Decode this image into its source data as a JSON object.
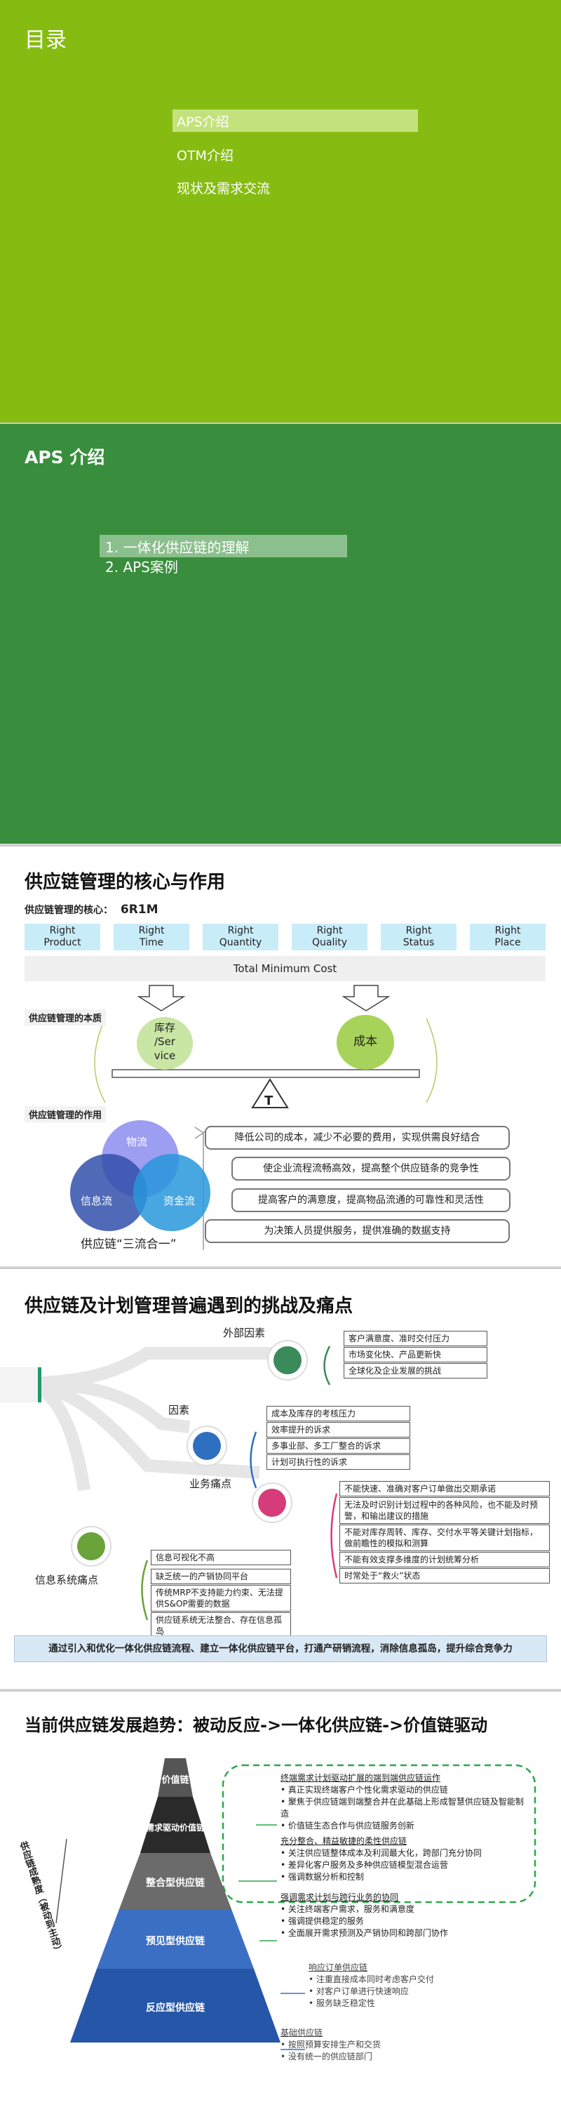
{
  "slide1": {
    "title": "目录",
    "items": [
      "APS介绍",
      "OTM介绍",
      "现状及需求交流"
    ]
  },
  "slide2": {
    "title": "APS 介绍",
    "items": [
      "1. 一体化供应链的理解",
      "2. APS案例"
    ]
  },
  "slide3": {
    "title": "供应链管理的核心与作用",
    "core_label": "供应链管理的核心：",
    "core_code": "6R1M",
    "rights": [
      {
        "l1": "Right",
        "l2": "Product"
      },
      {
        "l1": "Right",
        "l2": "Time"
      },
      {
        "l1": "Right",
        "l2": "Quantity"
      },
      {
        "l1": "Right",
        "l2": "Quality"
      },
      {
        "l1": "Right",
        "l2": "Status"
      },
      {
        "l1": "Right",
        "l2": "Place"
      }
    ],
    "tmc": "Total Minimum Cost",
    "essence_label": "供应链管理的本质",
    "inventory_l1": "库存",
    "inventory_l2": "/Ser",
    "inventory_l3": "vice",
    "cost": "成本",
    "fulcrum": "T",
    "role_label": "供应链管理的作用",
    "venn": {
      "top": "物流",
      "left": "信息流",
      "right": "资金流"
    },
    "three_flows": "供应链“三流合一”",
    "roles": [
      "降低公司的成本，减少不必要的费用，实现供需良好结合",
      "使企业流程流畅高效，提高整个供应链条的竞争性",
      "提高客户的满意度，提高物品流通的可靠性和灵活性",
      "为决策人员提供服务，提供准确的数据支持"
    ]
  },
  "slide4": {
    "title": "供应链及计划管理普遍遇到的挑战及痛点",
    "groups": [
      {
        "name": "外部因素",
        "items": [
          "客户满意度、准时交付压力",
          "市场变化快、产品更新快",
          "全球化及企业发展的挑战"
        ]
      },
      {
        "name": "因素",
        "items": [
          "成本及库存的考核压力",
          "效率提升的诉求",
          "多事业部、多工厂整合的诉求",
          "计划可执行性的诉求"
        ]
      },
      {
        "name": "业务痛点",
        "items": [
          "不能快速、准确对客户订单做出交期承诺",
          "无法及时识别计划过程中的各种风险，也不能及时预警，和输出建议的措施",
          "不能对库存周转、库存、交付水平等关键计划指标，做前瞻性的模拟和测算",
          "不能有效支撑多维度的计划统筹分析",
          "时常处于“救火”状态"
        ]
      },
      {
        "name": "信息系统痛点",
        "items": [
          "信息可视化不高",
          "缺乏统一的产销协同平台",
          "传统MRP不支持能力约束、无法提供S&OP需要的数据",
          "供应链系统无法整合、存在信息孤岛"
        ]
      }
    ],
    "bottom": "通过引入和优化一体化供应链流程、建立一体化供应链平台，打通产研销流程，消除信息孤岛，提升综合竞争力"
  },
  "slide5": {
    "title": "当前供应链发展趋势：被动反应->一体化供应链->价值链驱动",
    "axis_label": "供应链成熟度（被动到主动）",
    "levels": [
      "价值链",
      "需求驱动价值链",
      "整合型供应链",
      "预见型供应链",
      "反应型供应链"
    ],
    "trends": [
      {
        "head": "终端需求计划驱动扩展的端到端供应链运作",
        "items": [
          "真正实现终端客户个性化需求驱动的供应链",
          "聚焦于供应链端到端整合并在此基础上形成智慧供应链及智能制造",
          "价值链生态合作与供应链服务创新"
        ]
      },
      {
        "head": "充分整合、精益敏捷的柔性供应链",
        "items": [
          "关注供应链整体成本及利润最大化，跨部门充分协同",
          "差异化客户服务及多种供应链模型混合运营",
          "强调数据分析和控制"
        ]
      },
      {
        "head": "强调需求计划与跨行业务的协同",
        "items": [
          "关注终端客户需求，服务和满意度",
          "强调提供稳定的服务",
          "全面展开需求预测及产销协同和跨部门协作"
        ]
      },
      {
        "head": "响应订单供应链",
        "items": [
          "注重直接成本同时考虑客户交付",
          "对客户订单进行快速响应",
          "服务缺乏稳定性"
        ]
      },
      {
        "head": "基础供应链",
        "items": [
          "按照预算安排生产和交货",
          "没有统一的供应链部门"
        ]
      }
    ]
  }
}
